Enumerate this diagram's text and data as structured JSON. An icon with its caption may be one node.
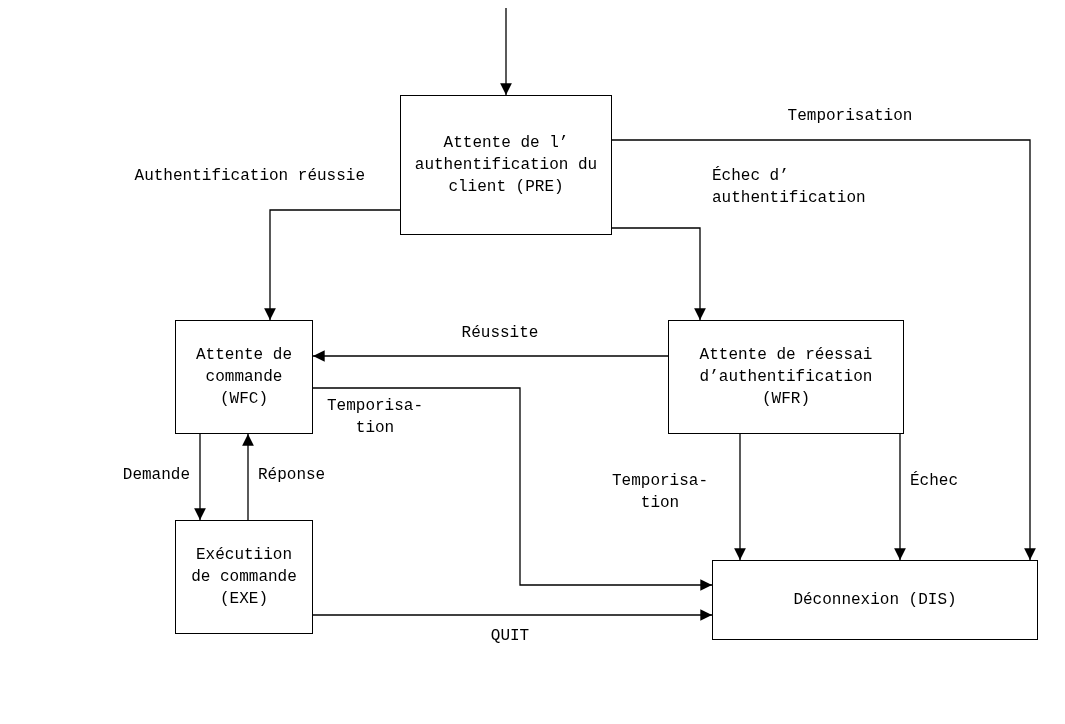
{
  "diagram": {
    "nodes": [
      {
        "text": [
          "Attente de l’ authentification du client (PRE)"
        ]
      },
      {
        "text": [
          "Attente de commande (WFC)"
        ]
      },
      {
        "text": [
          "Attente de réessai d’authentification (WFR)"
        ]
      },
      {
        "text": [
          "Exécutiion de commande (EXE)"
        ]
      },
      {
        "text": [
          "Déconnexion (DIS)"
        ]
      }
    ],
    "edges": [
      {
        "from": null,
        "to": 0,
        "arrow": "to"
      },
      {
        "from": 0,
        "to": 1,
        "arrow": "to",
        "label": "Authentification réussie"
      },
      {
        "from": 0,
        "to": 4,
        "arrow": "to",
        "label": "Temporisation"
      },
      {
        "from": 0,
        "to": 2,
        "arrow": "to",
        "label": "Échec d’ authentification"
      },
      {
        "from": 2,
        "to": 1,
        "arrow": "to",
        "label": "Réussite"
      },
      {
        "from": 1,
        "to": 4,
        "arrow": "to",
        "label": "Temporisa- tion"
      },
      {
        "from": 2,
        "to": 4,
        "arrow": "to",
        "label": "Temporisa- tion"
      },
      {
        "from": 2,
        "to": 4,
        "arrow": "to",
        "label": "Échec"
      },
      {
        "from": 1,
        "to": 3,
        "arrow": "to",
        "label": "Demande"
      },
      {
        "from": 3,
        "to": 1,
        "arrow": "to",
        "label": "Réponse"
      },
      {
        "from": 3,
        "to": 4,
        "arrow": "to",
        "label": "QUIT"
      }
    ]
  }
}
